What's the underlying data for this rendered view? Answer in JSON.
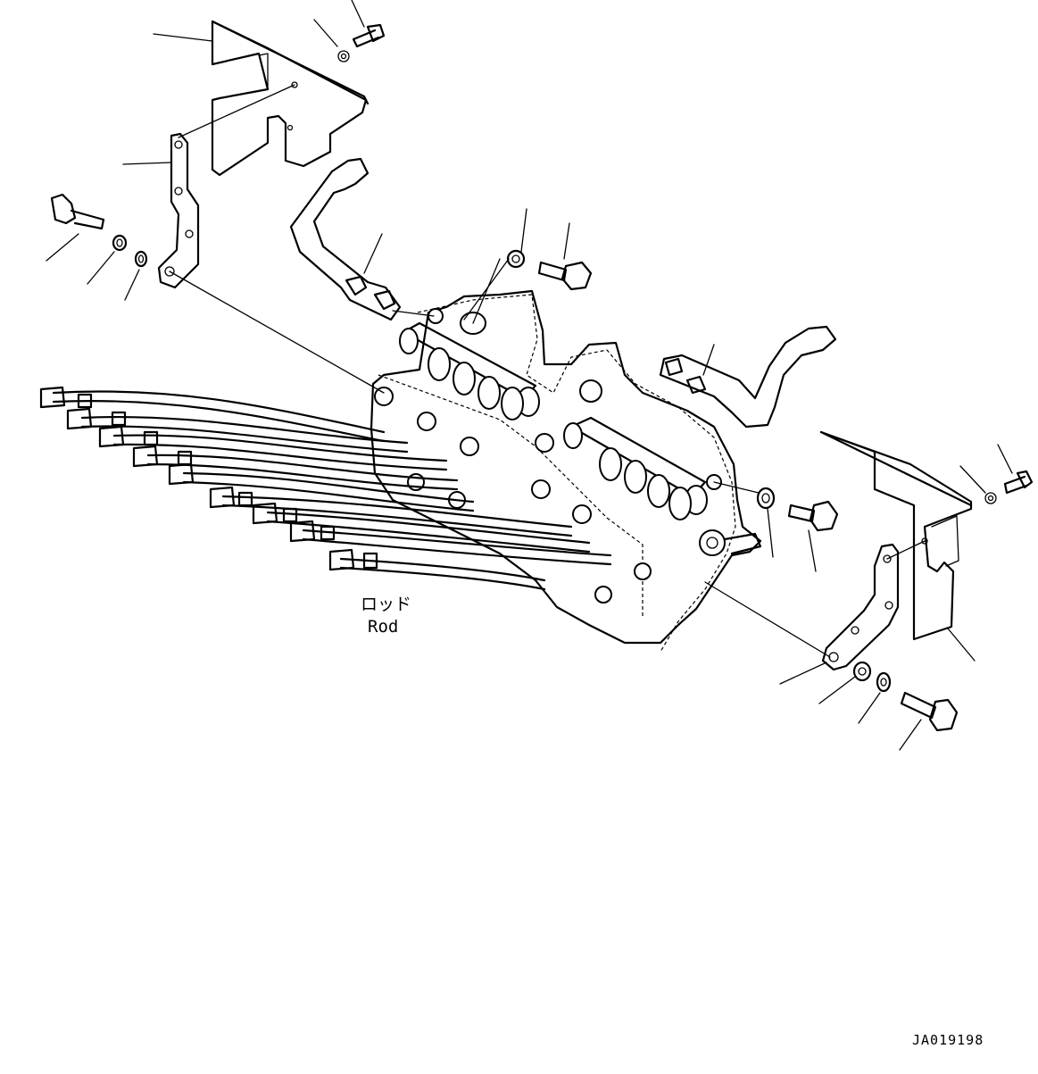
{
  "annotations": {
    "rod_label_jp": "ロッド",
    "rod_label_en": "Rod"
  },
  "drawing_code": "JA019198"
}
